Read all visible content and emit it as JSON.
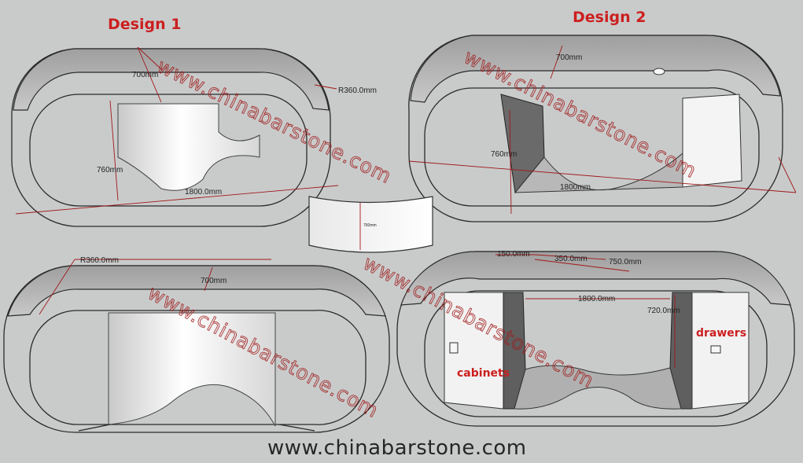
{
  "titles": {
    "design1": "Design 1",
    "design2": "Design 2"
  },
  "watermark_text": "www.chinabarstone.com",
  "footer_text": "www.chinabarstone.com",
  "labels": {
    "cabinets": "cabinets",
    "drawers": "drawers"
  },
  "dimensions": {
    "d1_top_depth": "700mm",
    "d1_radius": "R360.0mm",
    "d1_height": "760mm",
    "d1_length": "1800.0mm",
    "d2_top_depth": "700mm",
    "d2_height": "760mm",
    "d2_length": "1800mm",
    "panel_height": "760mm",
    "d1b_radius": "R360.0mm",
    "d1b_depth": "700mm",
    "d2b_width_150": "150.0mm",
    "d2b_width_350": "350.0mm",
    "d2b_depth": "750.0mm",
    "d2b_length": "1800.0mm",
    "d2b_height": "720.0mm"
  },
  "colors": {
    "accent": "#cc1f1f",
    "background": "#c9cbcb"
  }
}
